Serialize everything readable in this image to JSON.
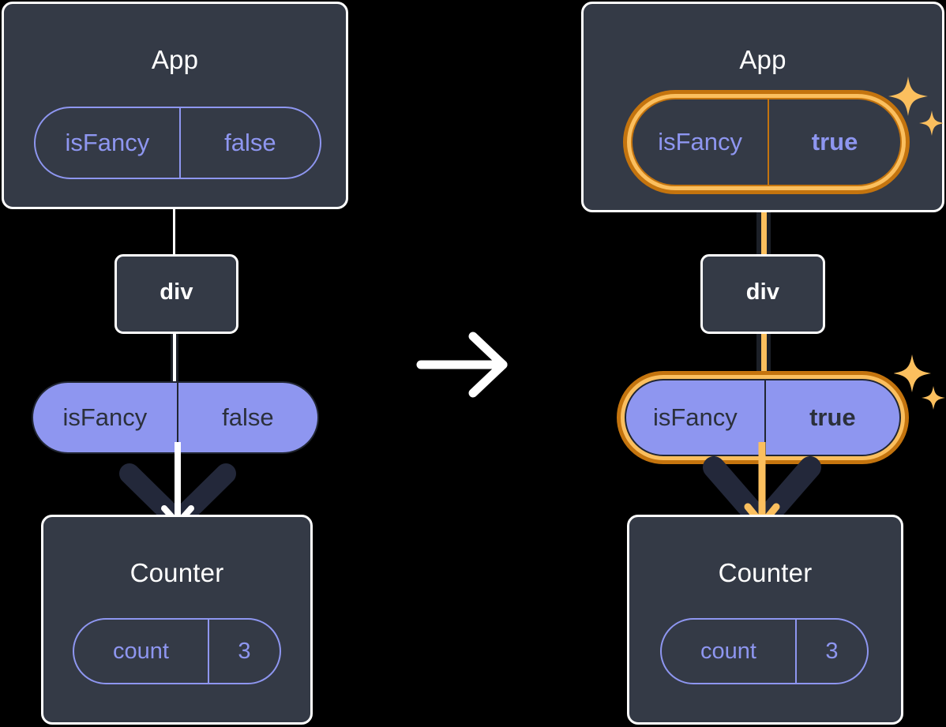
{
  "diagram": {
    "title_app": "App",
    "title_counter": "Counter",
    "label_div": "div",
    "transition_arrow": "arrow-right-icon",
    "sparkle_icon": "sparkles-icon",
    "colors": {
      "panel_bg": "#343A46",
      "panel_border": "#FFFFFF",
      "pill_outline": "#8E96F0",
      "pill_fill": "#8E96F0",
      "pill_fill_text": "#2B303B",
      "highlight_outer": "#C4740E",
      "highlight_inner": "#FBBF5E",
      "line_dark": "#1C2028",
      "background": "#000000"
    }
  },
  "before": {
    "app": {
      "title": "App",
      "state": {
        "name": "isFancy",
        "value": "false"
      }
    },
    "div": {
      "label": "div"
    },
    "prop": {
      "name": "isFancy",
      "value": "false"
    },
    "counter": {
      "title": "Counter",
      "state": {
        "name": "count",
        "value": "3"
      }
    }
  },
  "after": {
    "app": {
      "title": "App",
      "state": {
        "name": "isFancy",
        "value": "true",
        "highlighted": true
      }
    },
    "div": {
      "label": "div"
    },
    "prop": {
      "name": "isFancy",
      "value": "true",
      "highlighted": true
    },
    "counter": {
      "title": "Counter",
      "state": {
        "name": "count",
        "value": "3"
      }
    }
  }
}
